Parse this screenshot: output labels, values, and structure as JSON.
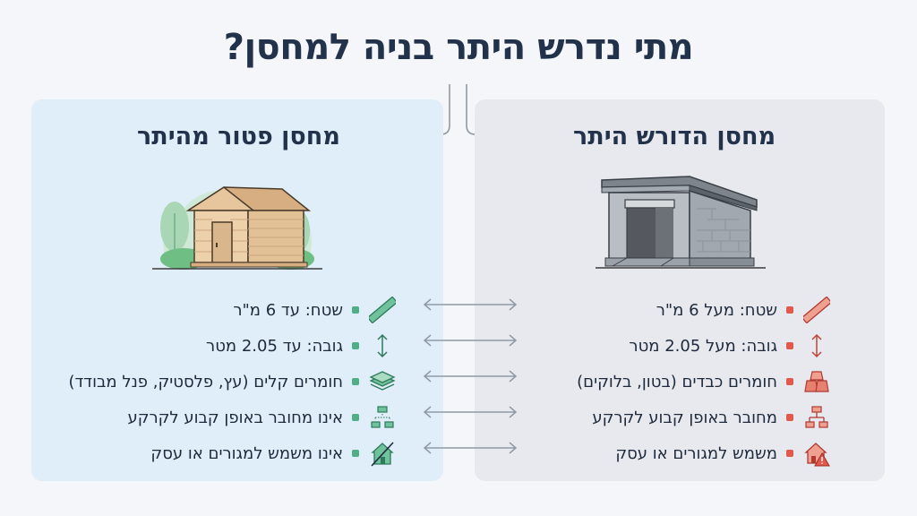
{
  "title": "מתי נדרש היתר בניה למחסן?",
  "colors": {
    "background": "#f4f6f9",
    "left_panel_bg": "#dfeef8",
    "right_panel_bg": "#e7e9ee",
    "title_color": "#22324a",
    "exempt_accent": "#4fae87",
    "required_accent": "#e2584d",
    "arrow_color": "#8f9aa6"
  },
  "right_panel": {
    "title": "מחסן הדורש היתר",
    "illustration": "concrete-block-storage-building",
    "items": [
      {
        "icon": "ruler-icon",
        "label": "שטח: מעל 6 מ\"ר"
      },
      {
        "icon": "vertical-double-arrow-icon",
        "label": "גובה: מעל 2.05 מטר"
      },
      {
        "icon": "stacked-blocks-icon",
        "label": "חומרים כבדים (בטון, בלוקים)"
      },
      {
        "icon": "hierarchy-connected-icon",
        "label": "מחובר באופן קבוע לקרקע"
      },
      {
        "icon": "house-warning-icon",
        "label": "משמש למגורים או עסק"
      }
    ]
  },
  "left_panel": {
    "title": "מחסן פטור מהיתר",
    "illustration": "wooden-shed-with-trees",
    "items": [
      {
        "icon": "ruler-icon",
        "label": "שטח: עד 6 מ\"ר"
      },
      {
        "icon": "vertical-double-arrow-icon",
        "label": "גובה: עד 2.05 מטר"
      },
      {
        "icon": "layers-icon",
        "label": "חומרים קלים (עץ, פלסטיק, פנל מבודד)"
      },
      {
        "icon": "hierarchy-disconnected-icon",
        "label": "אינו מחובר באופן קבוע לקרקע"
      },
      {
        "icon": "house-crossed-icon",
        "label": "אינו משמש למגורים או עסק"
      }
    ]
  }
}
